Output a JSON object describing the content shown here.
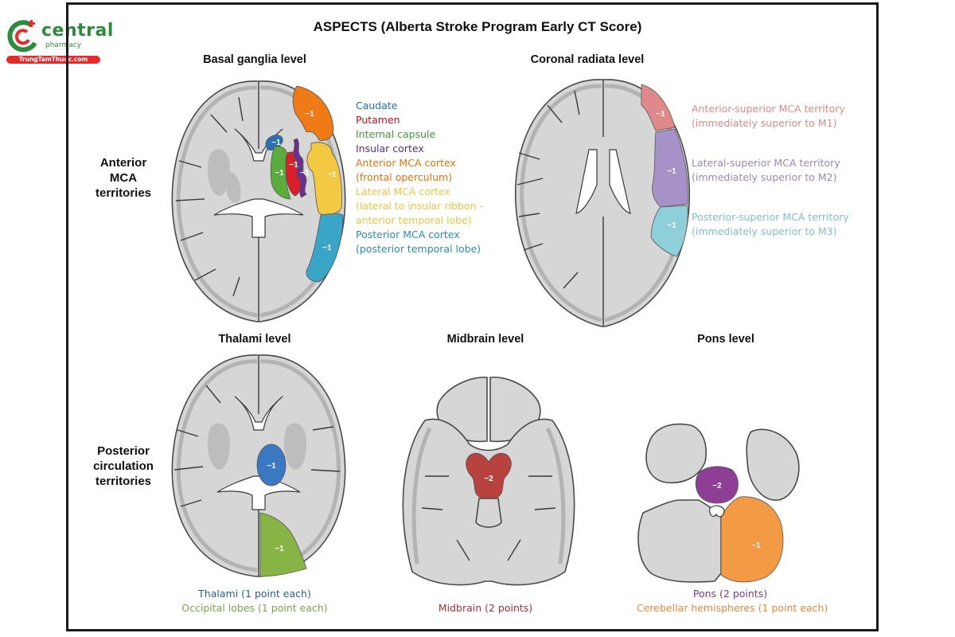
{
  "watermark": {
    "brand": "central",
    "sub": "pharmacy",
    "url": "TrungTamThuoc.com",
    "colors": {
      "green": "#2e8b3e",
      "red": "#e62a2a"
    }
  },
  "title": "ASPECTS (Alberta Stroke Program Early CT Score)",
  "row_labels": {
    "anterior": [
      "Anterior",
      "MCA",
      "territories"
    ],
    "posterior": [
      "Posterior",
      "circulation",
      "territories"
    ]
  },
  "levels": {
    "basal_ganglia": "Basal ganglia level",
    "coronal_radiata": "Coronal radiata level",
    "thalami": "Thalami level",
    "midbrain": "Midbrain level",
    "pons": "Pons level"
  },
  "basal_ganglia_legend": [
    {
      "text": "Caudate",
      "color": "#1f6fa8"
    },
    {
      "text": "Putamen",
      "color": "#b5121b"
    },
    {
      "text": "Internal capsule",
      "color": "#3f9a3a"
    },
    {
      "text": "Insular cortex",
      "color": "#5a2d82"
    },
    {
      "text": "Anterior MCA cortex",
      "color": "#d9730d"
    },
    {
      "text": "(frontal operculum)",
      "color": "#d9730d"
    },
    {
      "text": "Lateral MCA cortex",
      "color": "#e8c547"
    },
    {
      "text": "(lateral to insular ribbon -",
      "color": "#e8c547"
    },
    {
      "text": "anterior temporal lobe)",
      "color": "#e8c547"
    },
    {
      "text": "Posterior MCA cortex",
      "color": "#2b8bad"
    },
    {
      "text": "(posterior temporal lobe)",
      "color": "#2b8bad"
    }
  ],
  "coronal_legend": [
    {
      "lines": [
        "Anterior-superior MCA territory",
        "(immediately superior to M1)"
      ],
      "color": "#d98a8a"
    },
    {
      "lines": [
        "Lateral-superior MCA territory",
        "(immediately superior to M2)"
      ],
      "color": "#9b87b8"
    },
    {
      "lines": [
        "Posterior-superior MCA territory",
        "(immediately superior to M3)"
      ],
      "color": "#7fbfc9"
    }
  ],
  "region_colors": {
    "caudate": "#2a6fb5",
    "putamen": "#d9202a",
    "internal_capsule": "#5aad3c",
    "insular": "#6b2f8f",
    "anterior_mca": "#f07a16",
    "lateral_mca": "#f3c843",
    "posterior_mca": "#3aa5c6",
    "m4": "#e0898a",
    "m5": "#a792c8",
    "m6": "#8ecfd9",
    "thalamus": "#3a78c2",
    "occipital": "#86b545",
    "midbrain": "#b8423e",
    "pons": "#8e3f95",
    "cerebellum": "#f39a45"
  },
  "scores": {
    "minus_one": "−1",
    "minus_two": "−2"
  },
  "captions": {
    "thalami": [
      {
        "text": "Thalami (1 point each)",
        "color": "#2a5f94"
      },
      {
        "text": "Occipital lobes (1 point each)",
        "color": "#7ea04a"
      }
    ],
    "midbrain": [
      {
        "text": "Midbrain (2 points)",
        "color": "#a3313a"
      }
    ],
    "pons": [
      {
        "text": "Pons (2 points)",
        "color": "#7a3a8a"
      },
      {
        "text": "Cerebellar hemispheres (1 point each)",
        "color": "#e08a3c"
      }
    ]
  }
}
